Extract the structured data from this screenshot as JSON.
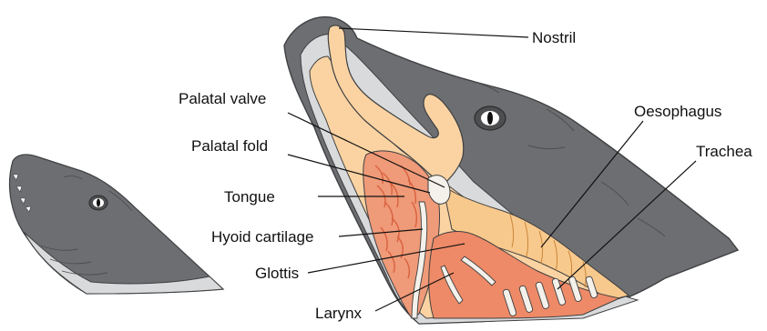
{
  "labels": {
    "nostril": "Nostril",
    "palatal_valve": "Palatal valve",
    "palatal_fold": "Palatal fold",
    "tongue": "Tongue",
    "hyoid_cartilage": "Hyoid cartilage",
    "glottis": "Glottis",
    "larynx": "Larynx",
    "oesophagus": "Oesophagus",
    "trachea": "Trachea"
  },
  "colors": {
    "skin": "#6d6e71",
    "skin_dark": "#4d4e50",
    "belly": "#d9dadb",
    "nasal_passage": "#fbd3a2",
    "tongue_tissue": "#ef9a78",
    "tongue_dark": "#d9603e",
    "larynx": "#ee8a67",
    "oesophagus": "#f8c98c",
    "cartilage": "#f3f1ea"
  }
}
